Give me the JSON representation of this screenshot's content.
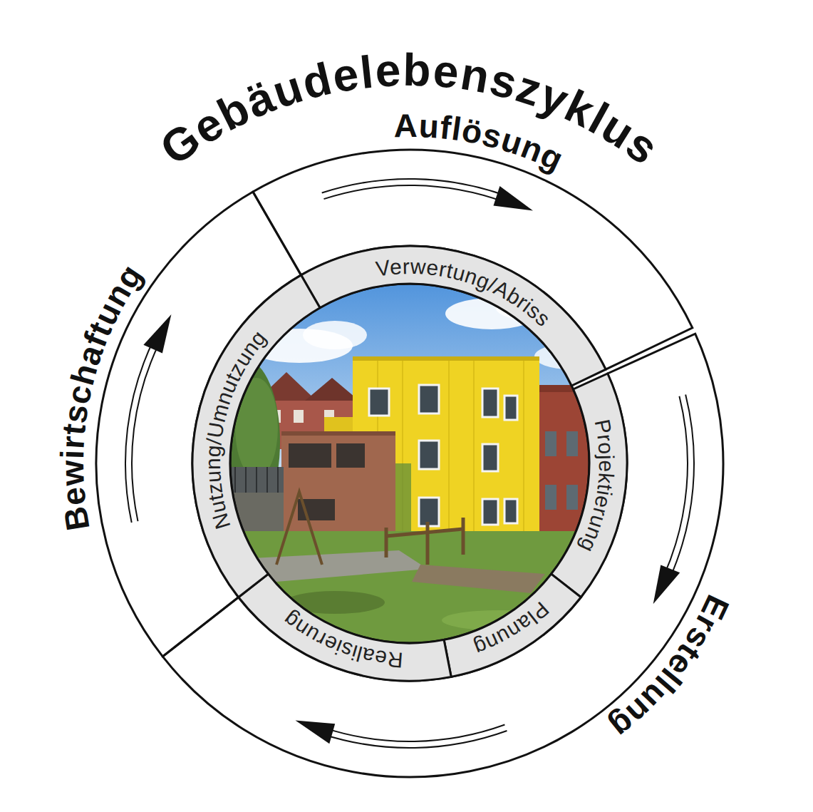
{
  "diagram": {
    "title": "Gebäudelebenszyklus",
    "nodes": [
      {
        "text": [
          "Auflösung"
        ]
      },
      {
        "text": [
          "Erstellung"
        ]
      },
      {
        "text": [
          "Bewirtschaftung"
        ]
      },
      {
        "text": [
          "Verwertung/Abriss"
        ]
      },
      {
        "text": [
          "Projektierung"
        ]
      },
      {
        "text": [
          "Planung"
        ]
      },
      {
        "text": [
          "Realisierung"
        ]
      },
      {
        "text": [
          "Nutzung/Umnutzung"
        ]
      }
    ]
  }
}
